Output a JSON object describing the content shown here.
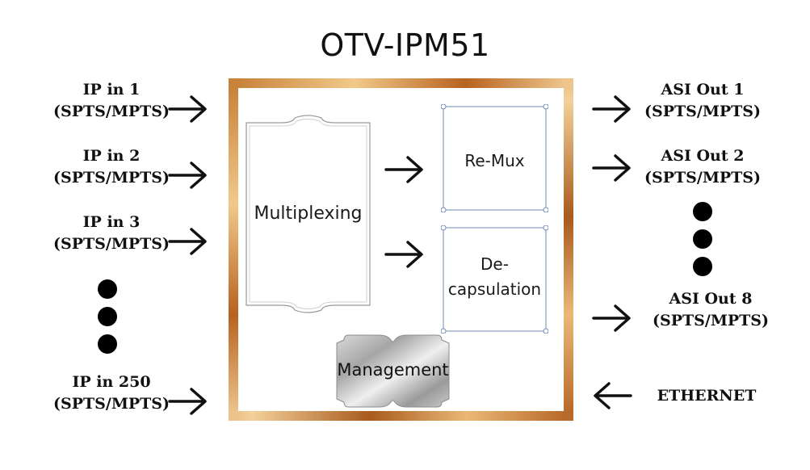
{
  "title": "OTV-IPM51",
  "inputs": [
    {
      "line1": "IP in 1",
      "line2": "(SPTS/MPTS)"
    },
    {
      "line1": "IP in 2",
      "line2": "(SPTS/MPTS)"
    },
    {
      "line1": "IP in 3",
      "line2": "(SPTS/MPTS)"
    },
    {
      "line1": "IP in 250",
      "line2": "(SPTS/MPTS)"
    }
  ],
  "outputs": [
    {
      "line1": "ASI Out 1",
      "line2": "(SPTS/MPTS)"
    },
    {
      "line1": "ASI Out 2",
      "line2": "(SPTS/MPTS)"
    },
    {
      "line1": "ASI Out 8",
      "line2": "(SPTS/MPTS)"
    }
  ],
  "ethernet": "ETHERNET",
  "blocks": {
    "multiplexing": "Multiplexing",
    "remux": "Re-Mux",
    "decap_line1": "De-",
    "decap_line2": "capsulation",
    "management": "Management"
  },
  "colors": {
    "frame_gold": "#c9823a",
    "box_border": "#8aa0c0",
    "arrow": "#111111"
  }
}
